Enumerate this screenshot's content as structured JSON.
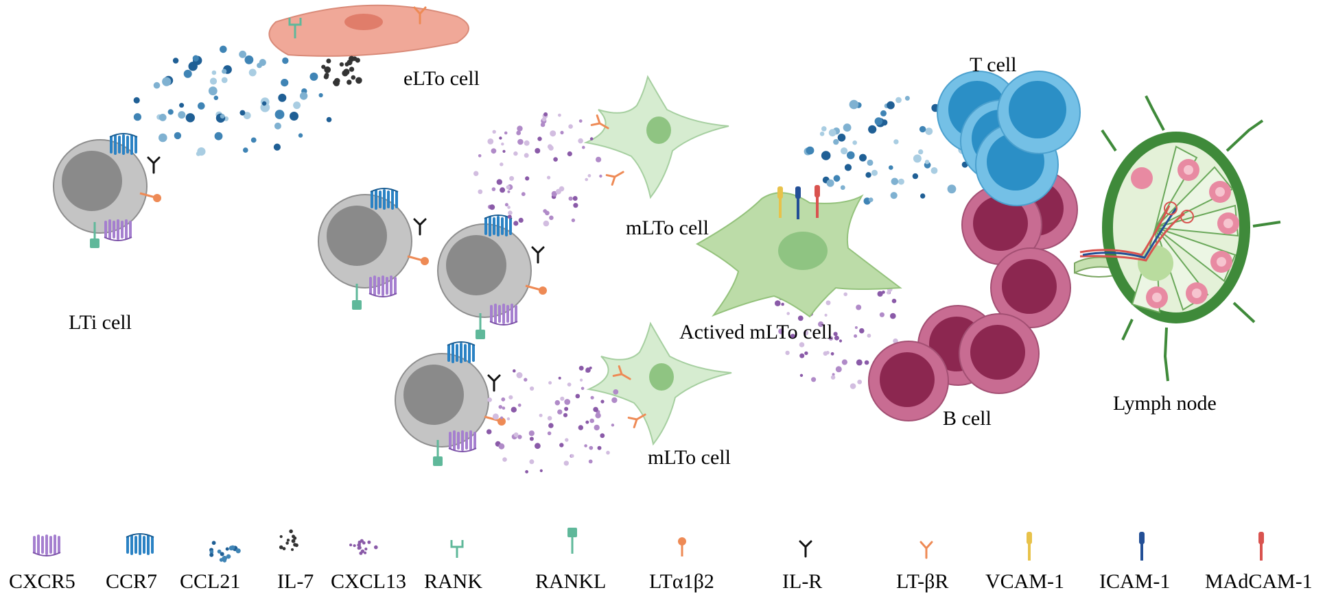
{
  "labels": {
    "eLTo": "eLTo cell",
    "LTi": "LTi cell",
    "mLTo_upper": "mLTo cell",
    "mLTo_lower": "mLTo cell",
    "activated": "Actived mLTo cell",
    "Tcell": "T cell",
    "Bcell": "B cell",
    "lymph": "Lymph node"
  },
  "legend": [
    {
      "key": "cxcr5",
      "label": "CXCR5"
    },
    {
      "key": "ccr7",
      "label": "CCR7"
    },
    {
      "key": "ccl21",
      "label": "CCL21"
    },
    {
      "key": "il7",
      "label": "IL-7"
    },
    {
      "key": "cxcl13",
      "label": "CXCL13"
    },
    {
      "key": "rank",
      "label": "RANK"
    },
    {
      "key": "rankl",
      "label": "RANKL"
    },
    {
      "key": "lta1b2",
      "label": "LTα1β2"
    },
    {
      "key": "ilr",
      "label": "IL-R"
    },
    {
      "key": "ltbr",
      "label": "LT-βR"
    },
    {
      "key": "vcam1",
      "label": "VCAM-1"
    },
    {
      "key": "icam1",
      "label": "ICAM-1"
    },
    {
      "key": "madcam1",
      "label": "MAdCAM-1"
    }
  ],
  "colors": {
    "cxcr5": "#9b6fc4",
    "ccr7": "#2a82c4",
    "ccl21": "#1f5f95",
    "il7": "#333333",
    "cxcl13": "#8a5aa8",
    "rank": "#5fb89a",
    "rankl": "#5fb89a",
    "lta1b2": "#ee8a55",
    "ilr": "#111111",
    "ltbr": "#ee8a55",
    "vcam1": "#e8c24a",
    "icam1": "#234f96",
    "madcam1": "#d9534f",
    "ltiCell": "#c4c4c4",
    "ltiNucleus": "#8a8a8a",
    "mLToCell": "#d6ecd0",
    "mLToNucleus": "#8fc482",
    "activatedCell": "#bcdca8",
    "elToCell": "#f0a898",
    "tCell": "#74c0e6",
    "tNucleus": "#2b8fc6",
    "bCell": "#c86c92",
    "bNucleus": "#8c2750",
    "lymphOuter": "#3f8a3a",
    "lymphInner": "#ecf6e4",
    "lymphFollicle": "#e88aa2"
  }
}
